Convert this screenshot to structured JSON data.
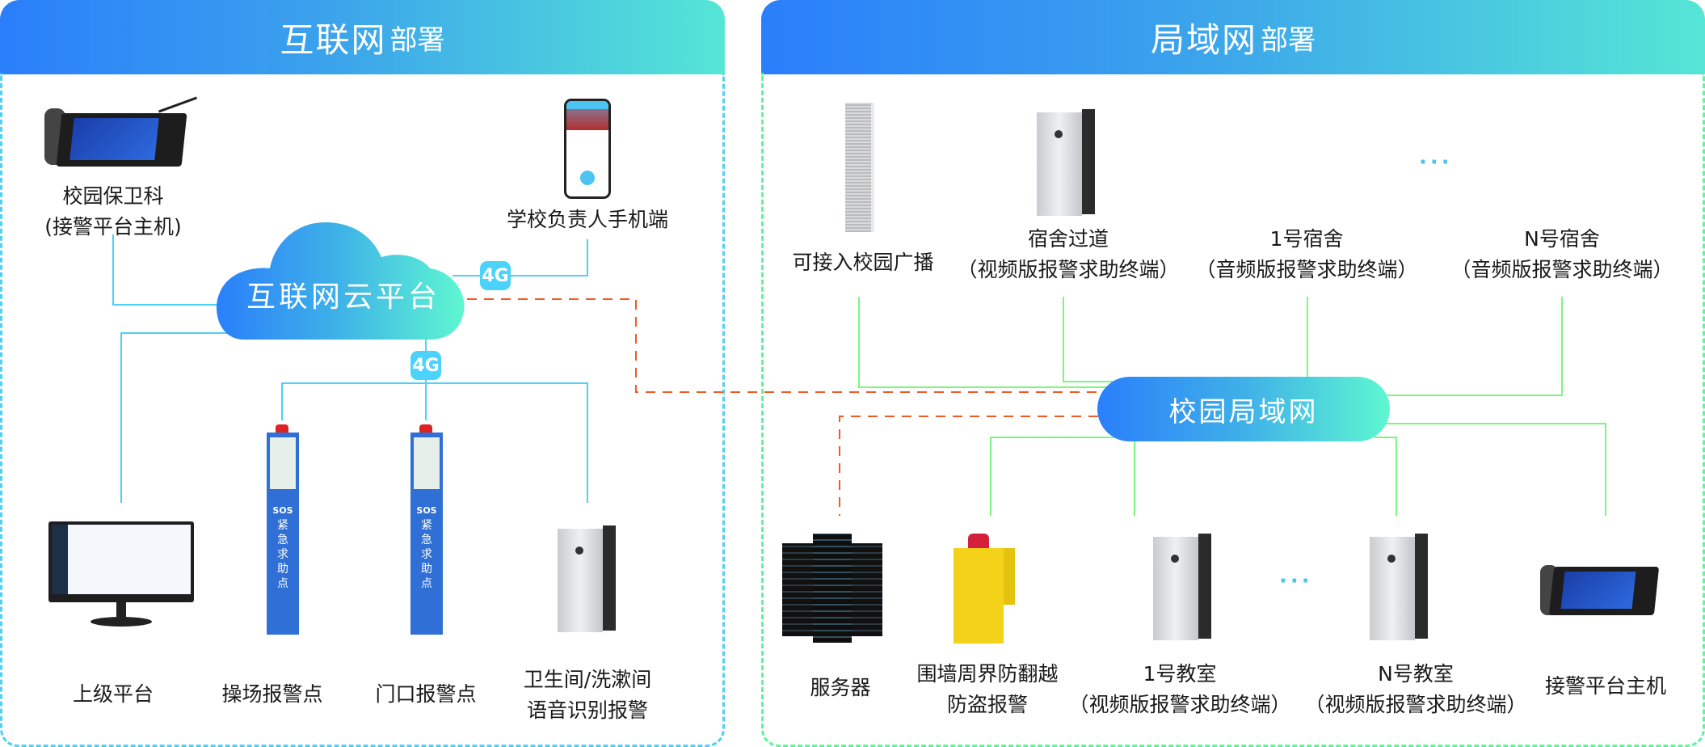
{
  "left_section": {
    "title_main": "互联网",
    "title_suffix": "部署",
    "border_color": "#4fd0f5",
    "cloud_label": "互联网云平台",
    "link_badges": [
      "4G",
      "4G"
    ],
    "nodes": {
      "security_office": {
        "line1": "校园保卫科",
        "line2": "(接警平台主机)",
        "icon": "alarm-console-icon"
      },
      "principal_phone": {
        "line1": "学校负责人手机端",
        "icon": "smartphone-icon"
      },
      "upper_platform": {
        "line1": "上级平台",
        "icon": "monitor-icon"
      },
      "playground_alarm": {
        "line1": "操场报警点",
        "icon": "sos-pillar-icon"
      },
      "gate_alarm": {
        "line1": "门口报警点",
        "icon": "sos-pillar-icon"
      },
      "restroom_alarm": {
        "line1": "卫生间/洗漱间",
        "line2": "语音识别报警",
        "icon": "wall-terminal-icon"
      }
    },
    "pillar_text": {
      "sos": "SOS",
      "chars": [
        "紧",
        "急",
        "求",
        "助",
        "点"
      ]
    }
  },
  "right_section": {
    "title_main": "局域网",
    "title_suffix": "部署",
    "border_color": "#5ef59a",
    "lan_label": "校园局域网",
    "ellipsis": "···",
    "nodes": {
      "broadcast": {
        "line1": "可接入校园广播",
        "icon": "column-speaker-icon"
      },
      "dorm_corridor": {
        "line1": "宿舍过道",
        "line2": "（视频版报警求助终端）",
        "icon": "wall-terminal-icon"
      },
      "dorm_1": {
        "line1": "1号宿舍",
        "line2": "（音频版报警求助终端）"
      },
      "dorm_n": {
        "line1": "N号宿舍",
        "line2": "（音频版报警求助终端）"
      },
      "server": {
        "line1": "服务器",
        "icon": "server-rack-icon"
      },
      "perimeter": {
        "line1": "围墙周界防翻越",
        "line2": "防盗报警",
        "icon": "yellow-alarm-box-icon"
      },
      "classroom_1": {
        "line1": "1号教室",
        "line2": "（视频版报警求助终端）",
        "icon": "wall-terminal-icon"
      },
      "classroom_n": {
        "line1": "N号教室",
        "line2": "（视频版报警求助终端）",
        "icon": "wall-terminal-icon"
      },
      "alarm_host": {
        "line1": "接警平台主机",
        "icon": "alarm-console-icon"
      }
    }
  },
  "colors": {
    "blue_line": "#4fd0f5",
    "green_line": "#7ef57e",
    "orange_dashed": "#f05a24",
    "gradient_start": "#2a7ffb",
    "gradient_end": "#5ef7d1"
  }
}
